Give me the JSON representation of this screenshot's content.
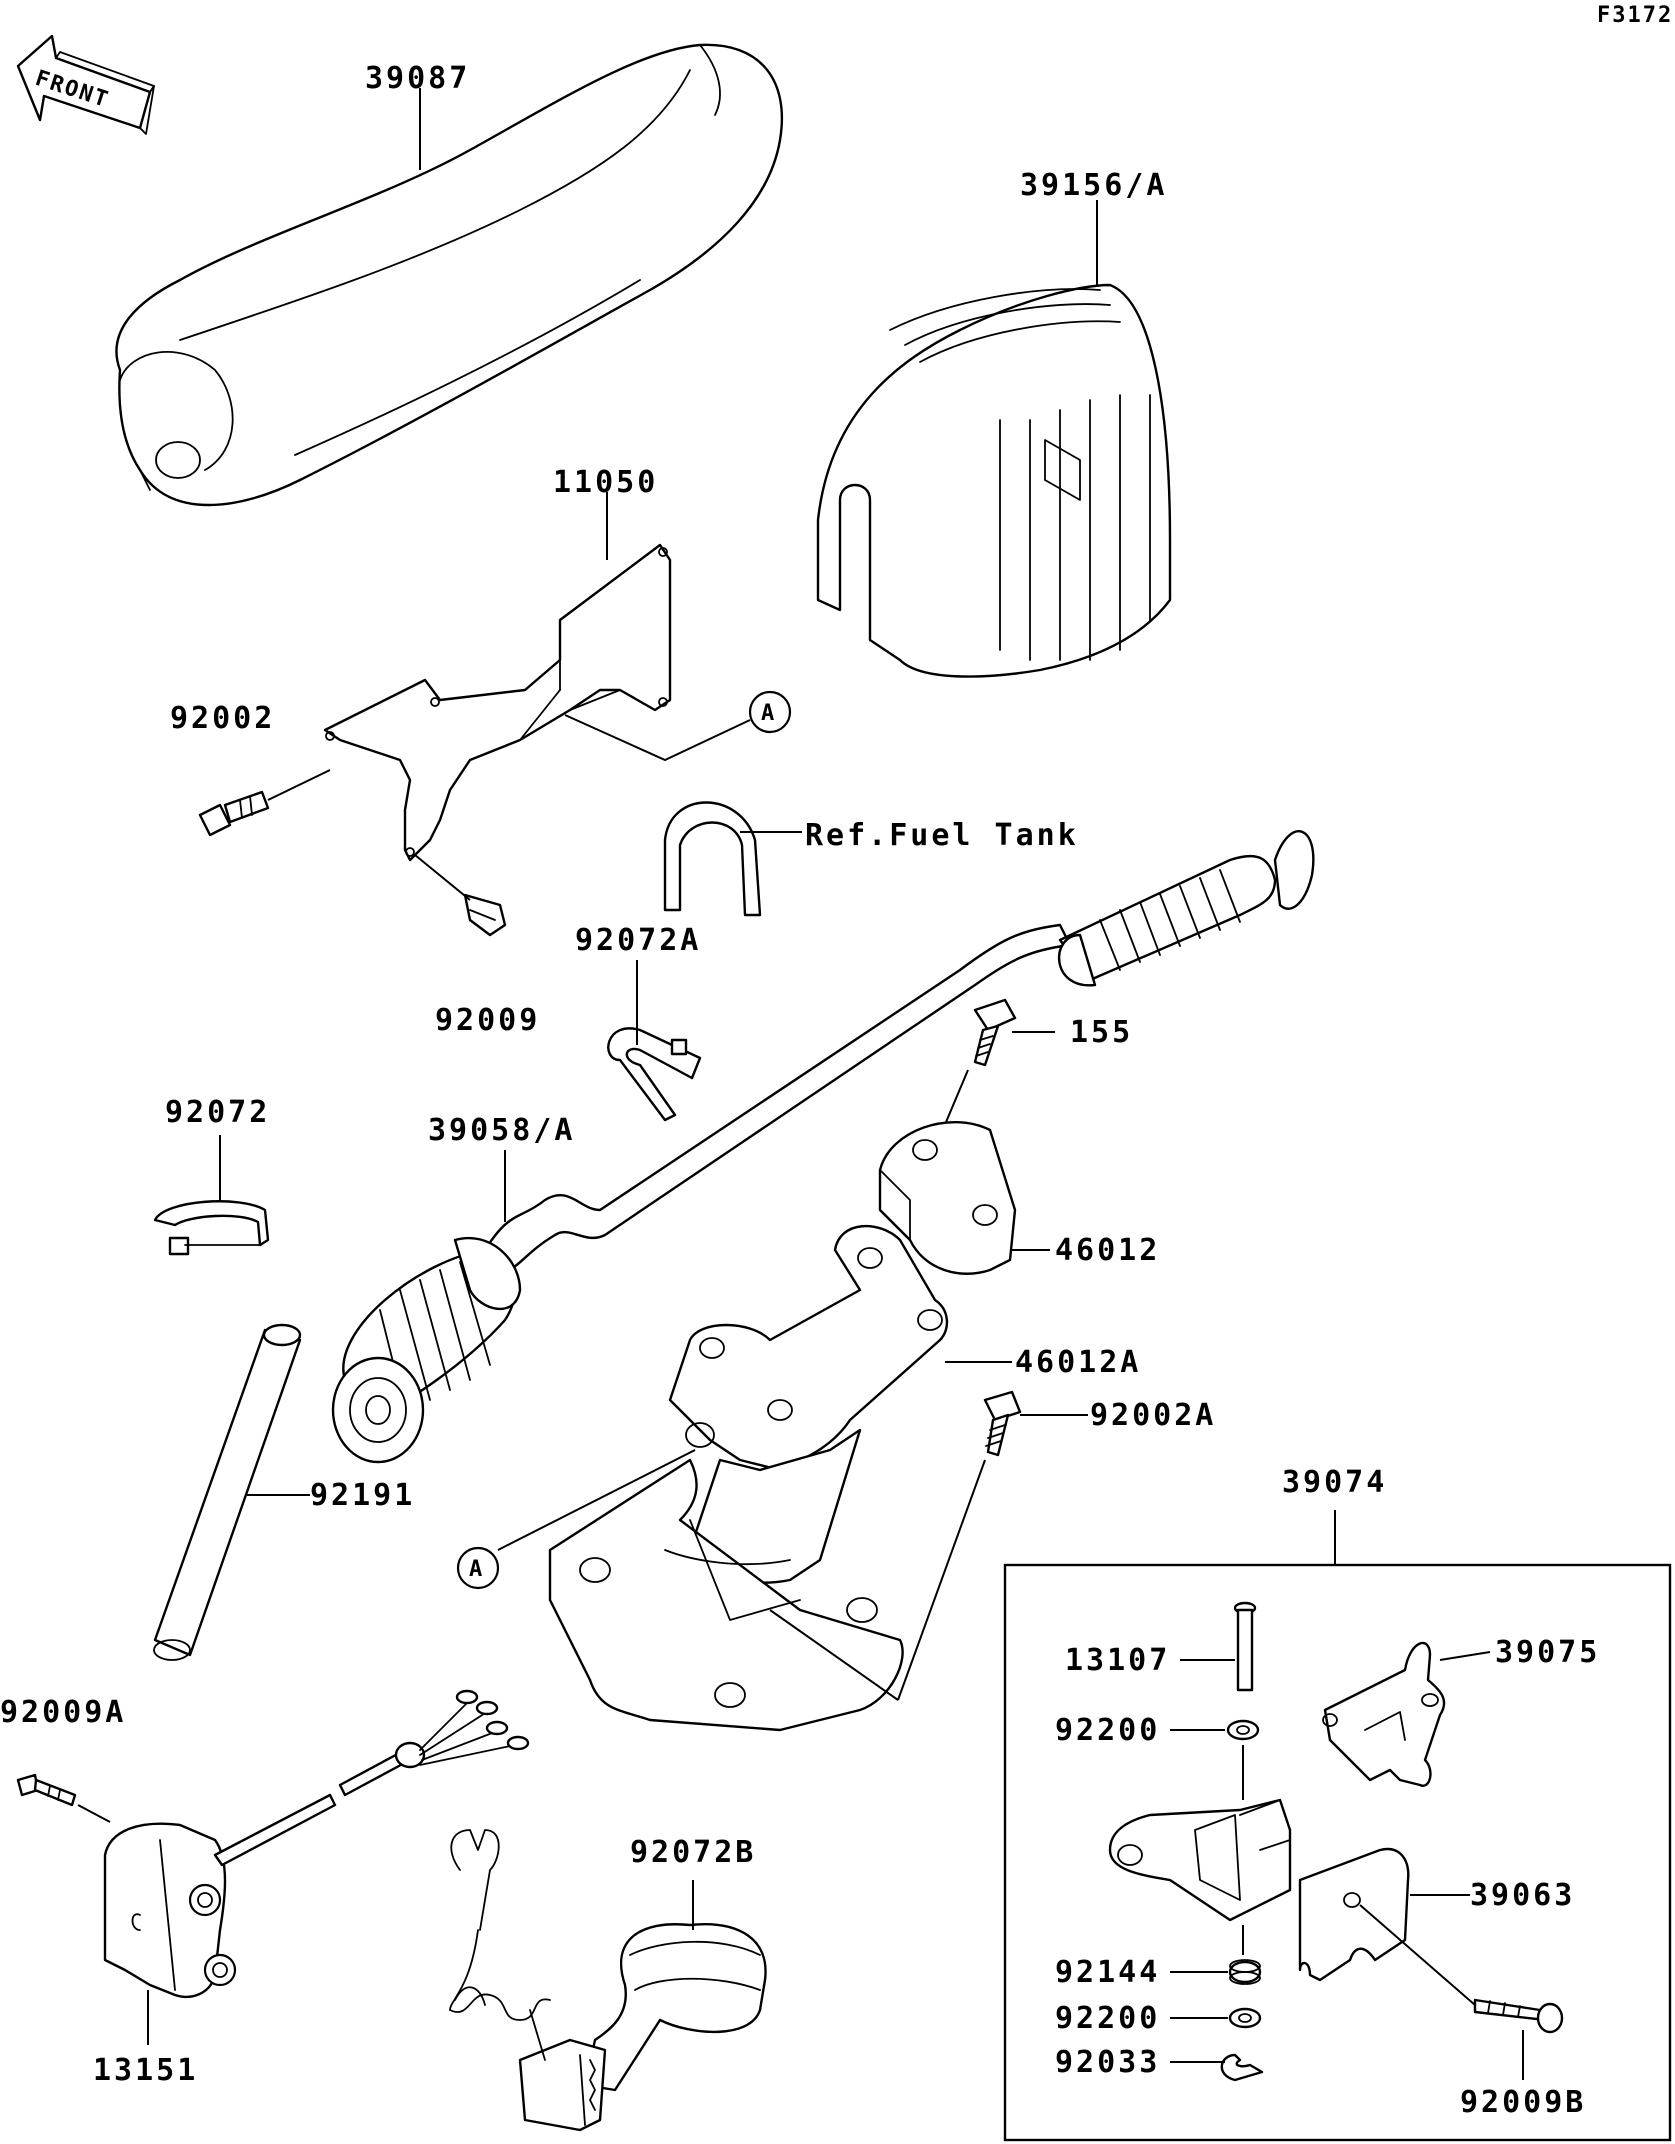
{
  "figure_code": "F3172",
  "front_arrow_label": "FRONT",
  "callout_marker": "A",
  "ref_note": "Ref.Fuel Tank",
  "parts": {
    "p39087": "39087",
    "p39156A": "39156/A",
    "p11050": "11050",
    "p92002": "92002",
    "p92009": "92009",
    "p92072A": "92072A",
    "p155": "155",
    "p92072": "92072",
    "p39058A": "39058/A",
    "p46012": "46012",
    "p46012A": "46012A",
    "p92002A": "92002A",
    "p92191": "92191",
    "p39074": "39074",
    "p13107": "13107",
    "p39075": "39075",
    "p92200a": "92200",
    "p39063": "39063",
    "p92144": "92144",
    "p92200b": "92200",
    "p92033": "92033",
    "p92009B": "92009B",
    "p92009A": "92009A",
    "p92072B": "92072B",
    "p13151": "13151"
  }
}
